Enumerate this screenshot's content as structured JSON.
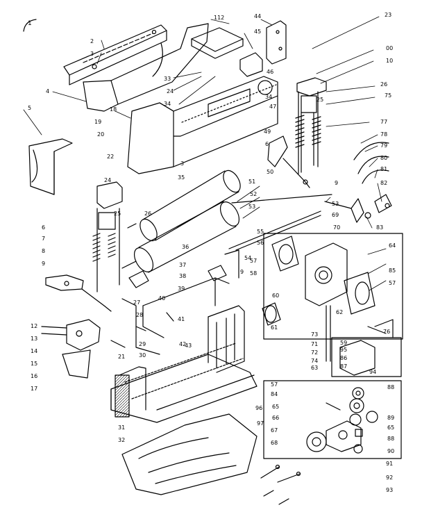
{
  "page_marker": "1",
  "callouts": [
    {
      "id": "c-112",
      "text": "112"
    },
    {
      "id": "c-44",
      "text": "44"
    },
    {
      "id": "c-23",
      "text": "23"
    },
    {
      "id": "c-2",
      "text": "2"
    },
    {
      "id": "c-3",
      "text": "3"
    },
    {
      "id": "c-45",
      "text": "45"
    },
    {
      "id": "c-33",
      "text": "33"
    },
    {
      "id": "c-24a",
      "text": "24"
    },
    {
      "id": "c-34a",
      "text": "34"
    },
    {
      "id": "c-46",
      "text": "46"
    },
    {
      "id": "c-00",
      "text": "00"
    },
    {
      "id": "c-10",
      "text": "10"
    },
    {
      "id": "c-4",
      "text": "4"
    },
    {
      "id": "c-26a",
      "text": "26"
    },
    {
      "id": "c-34b",
      "text": "34"
    },
    {
      "id": "c-47",
      "text": "47"
    },
    {
      "id": "c-25a",
      "text": "25"
    },
    {
      "id": "c-75",
      "text": "75"
    },
    {
      "id": "c-5",
      "text": "5"
    },
    {
      "id": "c-18",
      "text": "18"
    },
    {
      "id": "c-19",
      "text": "19"
    },
    {
      "id": "c-20",
      "text": "20"
    },
    {
      "id": "c-49",
      "text": "49"
    },
    {
      "id": "c-6a",
      "text": "6"
    },
    {
      "id": "c-77",
      "text": "77"
    },
    {
      "id": "c-78",
      "text": "78"
    },
    {
      "id": "c-79",
      "text": "79"
    },
    {
      "id": "c-80",
      "text": "80"
    },
    {
      "id": "c-22",
      "text": "22"
    },
    {
      "id": "c-3b",
      "text": "3"
    },
    {
      "id": "c-50",
      "text": "50"
    },
    {
      "id": "c-81",
      "text": "81"
    },
    {
      "id": "c-24b",
      "text": "24"
    },
    {
      "id": "c-35",
      "text": "35"
    },
    {
      "id": "c-9a",
      "text": "9"
    },
    {
      "id": "c-82",
      "text": "82"
    },
    {
      "id": "c-51",
      "text": "51"
    },
    {
      "id": "c-52",
      "text": "52"
    },
    {
      "id": "c-53",
      "text": "53"
    },
    {
      "id": "c-53b",
      "text": "53"
    },
    {
      "id": "c-25b",
      "text": "25"
    },
    {
      "id": "c-26b",
      "text": "26"
    },
    {
      "id": "c-69",
      "text": "69"
    },
    {
      "id": "c-70",
      "text": "70"
    },
    {
      "id": "c-83",
      "text": "83"
    },
    {
      "id": "c-6b",
      "text": "6"
    },
    {
      "id": "c-55",
      "text": "55"
    },
    {
      "id": "c-64",
      "text": "64"
    },
    {
      "id": "c-7",
      "text": "7"
    },
    {
      "id": "c-36",
      "text": "36"
    },
    {
      "id": "c-8",
      "text": "8"
    },
    {
      "id": "c-37",
      "text": "37"
    },
    {
      "id": "c-56",
      "text": "56"
    },
    {
      "id": "c-54",
      "text": "54"
    },
    {
      "id": "c-57a",
      "text": "57"
    },
    {
      "id": "c-58",
      "text": "58"
    },
    {
      "id": "c-9b",
      "text": "9"
    },
    {
      "id": "c-38",
      "text": "38"
    },
    {
      "id": "c-9c",
      "text": "9"
    },
    {
      "id": "c-85",
      "text": "85"
    },
    {
      "id": "c-39",
      "text": "39"
    },
    {
      "id": "c-57b",
      "text": "57"
    },
    {
      "id": "c-27",
      "text": "27"
    },
    {
      "id": "c-40",
      "text": "40"
    },
    {
      "id": "c-60",
      "text": "60"
    },
    {
      "id": "c-62",
      "text": "62"
    },
    {
      "id": "c-28",
      "text": "28"
    },
    {
      "id": "c-41",
      "text": "41"
    },
    {
      "id": "c-61",
      "text": "61"
    },
    {
      "id": "c-12",
      "text": "12"
    },
    {
      "id": "c-42",
      "text": "42"
    },
    {
      "id": "c-43",
      "text": "43"
    },
    {
      "id": "c-73",
      "text": "73"
    },
    {
      "id": "c-76",
      "text": "76"
    },
    {
      "id": "c-13",
      "text": "13"
    },
    {
      "id": "c-71",
      "text": "71"
    },
    {
      "id": "c-59",
      "text": "59"
    },
    {
      "id": "c-14",
      "text": "14"
    },
    {
      "id": "c-29",
      "text": "29"
    },
    {
      "id": "c-30",
      "text": "30"
    },
    {
      "id": "c-72",
      "text": "72"
    },
    {
      "id": "c-95",
      "text": "95"
    },
    {
      "id": "c-15",
      "text": "15"
    },
    {
      "id": "c-21",
      "text": "21"
    },
    {
      "id": "c-74",
      "text": "74"
    },
    {
      "id": "c-86",
      "text": "86"
    },
    {
      "id": "c-63",
      "text": "63"
    },
    {
      "id": "c-87",
      "text": "87"
    },
    {
      "id": "c-16",
      "text": "16"
    },
    {
      "id": "c-94",
      "text": "94"
    },
    {
      "id": "c-17",
      "text": "17"
    },
    {
      "id": "c-57c",
      "text": "57"
    },
    {
      "id": "c-88a",
      "text": "88"
    },
    {
      "id": "c-84",
      "text": "84"
    },
    {
      "id": "c-65a",
      "text": "65"
    },
    {
      "id": "c-96",
      "text": "96"
    },
    {
      "id": "c-89",
      "text": "89"
    },
    {
      "id": "c-31",
      "text": "31"
    },
    {
      "id": "c-97",
      "text": "97"
    },
    {
      "id": "c-66",
      "text": "66"
    },
    {
      "id": "c-65b",
      "text": "65"
    },
    {
      "id": "c-32",
      "text": "32"
    },
    {
      "id": "c-67",
      "text": "67"
    },
    {
      "id": "c-88b",
      "text": "88"
    },
    {
      "id": "c-68",
      "text": "68"
    },
    {
      "id": "c-90",
      "text": "90"
    },
    {
      "id": "c-91",
      "text": "91"
    },
    {
      "id": "c-92",
      "text": "92"
    },
    {
      "id": "c-93",
      "text": "93"
    }
  ]
}
